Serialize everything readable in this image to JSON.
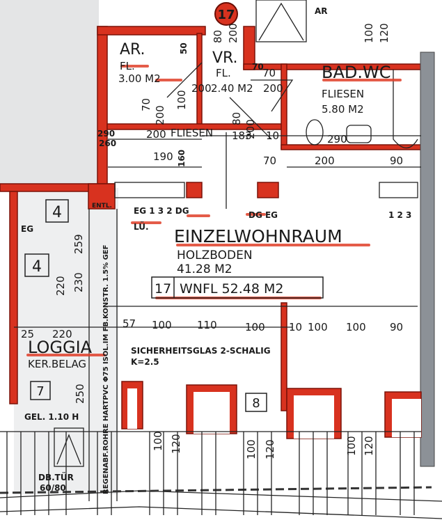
{
  "colors": {
    "wall_red": "#d8321f",
    "wall_gray": "#8c9197",
    "background_gray": "#e4e5e6",
    "ink": "#1a1a1a"
  },
  "unit_marker": "17",
  "rooms": {
    "ar": {
      "name": "AR.",
      "floor": "FL.",
      "area": "3.00 M2"
    },
    "vr": {
      "name": "VR.",
      "floor": "FL.",
      "area": "2.40 M2"
    },
    "bad": {
      "name": "BAD.WC",
      "floor": "FLIESEN",
      "area": "5.80 M2"
    },
    "kitchen": {
      "floor": "FLIESEN"
    },
    "wohnraum": {
      "name": "EINZELWOHNRAUM",
      "floor": "HOLZBODEN",
      "area": "41.28 M2"
    },
    "loggia": {
      "name": "LOGGIA",
      "floor": "KER.BELAG",
      "number": "7",
      "railing": "GEL. 1.10 H"
    },
    "balcony_number": "8"
  },
  "total": {
    "number": "17",
    "label": "WNFL 52.48 M2"
  },
  "notes": {
    "glass": "SICHERHEITSGLAS 2-SCHALIG",
    "k_value": "K=2.5",
    "door": "DB.TÜR",
    "door_size": "60/80",
    "pipe": "REGENABF.ROHRE HARTPVC Φ75 ISOL.IM FB.KONSTR. 1.5% GEF",
    "ventilation": "ENTL.",
    "lu": "LÜ.",
    "box4a": "4",
    "box4b": "4",
    "ar_small": "AR"
  },
  "sockets": {
    "left": "EG 1 3  2  DG",
    "middle": "DG EG",
    "right": "1 2 3",
    "far_left": "EG"
  },
  "dimensions": {
    "top_right_a": "100",
    "top_right_b": "120",
    "ar_50": "50",
    "vr_80": "80",
    "vr_200": "200",
    "ar_100": "100",
    "ar_200": "200",
    "ar_70": "70",
    "vr_70a": "70",
    "vr_70b": "70",
    "vr_200b": "200",
    "vr_80b": "80",
    "vr_200c": "200",
    "k_200": "200",
    "k_183": "183",
    "k_10": "10",
    "k_190": "190",
    "k_160": "160",
    "k_290a": "290",
    "k_260": "260",
    "bad_290": "290",
    "bad_70": "70",
    "bad_200": "200",
    "bad_90": "90",
    "l_259": "259",
    "l_230": "230",
    "l_220v": "220",
    "l_25": "25",
    "l_220": "220",
    "l_250": "250",
    "w_57": "57",
    "w_100a": "100",
    "w_110": "110",
    "w_100b": "100",
    "w_10": "10",
    "w_100c": "100",
    "w_100d": "100",
    "w_90": "90",
    "b_100a": "100",
    "b_120a": "120",
    "b_100b": "100",
    "b_120b": "120",
    "b_100c": "100",
    "b_120c": "120"
  }
}
